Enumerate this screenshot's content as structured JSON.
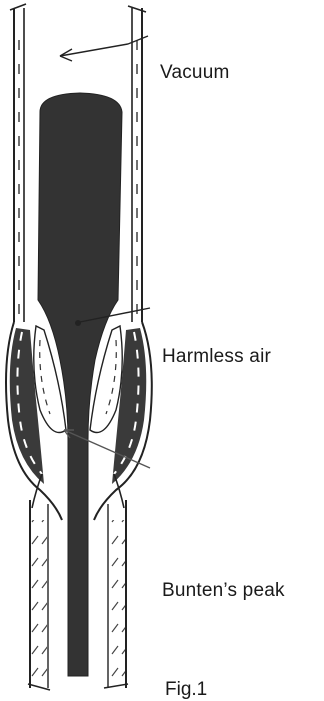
{
  "labels": {
    "vacuum": "Vacuum",
    "harmless_air": "Harmless air",
    "buntens_peak": "Bunten’s peak"
  },
  "caption": "Fig.1",
  "colors": {
    "ink": "#2b2b2b",
    "fill": "#3a3a3a",
    "background": "#ffffff"
  }
}
